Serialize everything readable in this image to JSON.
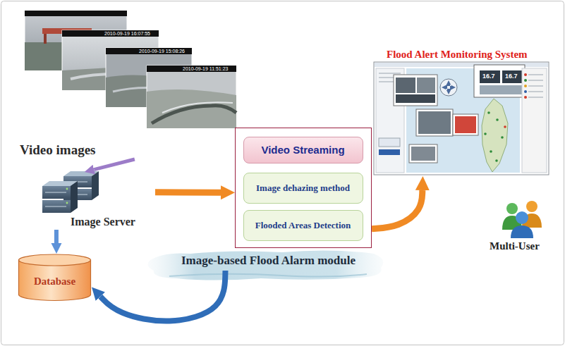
{
  "diagram": {
    "nodes": [
      {
        "text": [
          "Video images"
        ]
      },
      {
        "text": [
          "Image Server"
        ]
      },
      {
        "text": [
          "Database"
        ]
      },
      {
        "text": [
          "Image-based Flood Alarm module"
        ]
      },
      {
        "text": [
          "Video Streaming"
        ],
        "in": 3
      },
      {
        "text": [
          "Image dehazing method"
        ],
        "in": 3
      },
      {
        "text": [
          "Flooded Areas Detection"
        ],
        "in": 3
      },
      {
        "text": [
          "Flood Alert Monitoring System"
        ]
      },
      {
        "text": [
          "Multi-User"
        ]
      }
    ],
    "edges": [
      {
        "from": 0,
        "to": 1,
        "arrow": "to"
      },
      {
        "from": 1,
        "to": 2,
        "arrow": "to"
      },
      {
        "from": 1,
        "to": 3,
        "arrow": "to"
      },
      {
        "from": 3,
        "to": 7,
        "arrow": "to"
      },
      {
        "from": 3,
        "to": 2,
        "arrow": "to"
      }
    ],
    "labels": [
      "2010-09-19 16:07:55",
      "2010-09-19 15:08:26",
      "2010-09-19 11:51:23",
      "16.7",
      "16.7"
    ]
  }
}
